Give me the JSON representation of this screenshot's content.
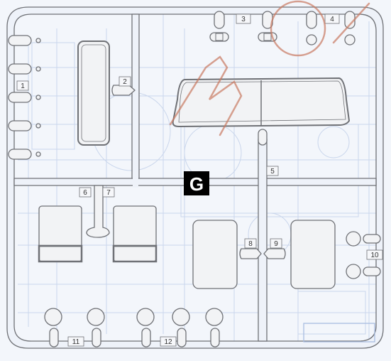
{
  "sprue": {
    "letter": "G",
    "colors": {
      "background": "#f3f6fb",
      "blueprint": "#a9bde0",
      "frame_fill": "#eef2f9",
      "outline": "#6f7176",
      "part_fill": "#f2f3f5",
      "label_bg": "#000000",
      "label_fg": "#ffffff",
      "watermark": "#c97a62"
    },
    "part_numbers": [
      "1",
      "2",
      "3",
      "4",
      "5",
      "6",
      "7",
      "8",
      "9",
      "10",
      "11",
      "12"
    ]
  }
}
